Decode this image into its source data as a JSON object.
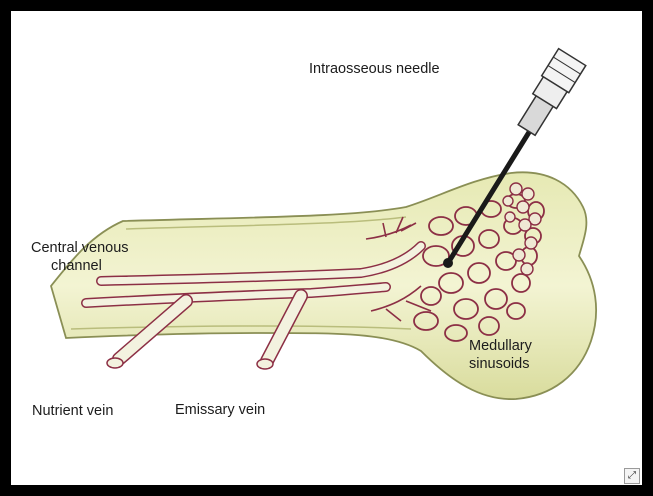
{
  "labels": {
    "needle": "Intraosseous needle",
    "central_line1": "Central venous",
    "central_line2": "channel",
    "medullary_line1": "Medullary",
    "medullary_line2": "sinusoids",
    "nutrient": "Nutrient vein",
    "emissary": "Emissary vein"
  },
  "colors": {
    "frame": "#000000",
    "background": "#ffffff",
    "bone_fill": "#eef0c4",
    "bone_edge": "#8a8f55",
    "vein_outline": "#8c2f45",
    "vein_fill": "#f3f2df",
    "needle": "#1a1a1a"
  },
  "icons": {
    "corner": "expand-icon"
  }
}
